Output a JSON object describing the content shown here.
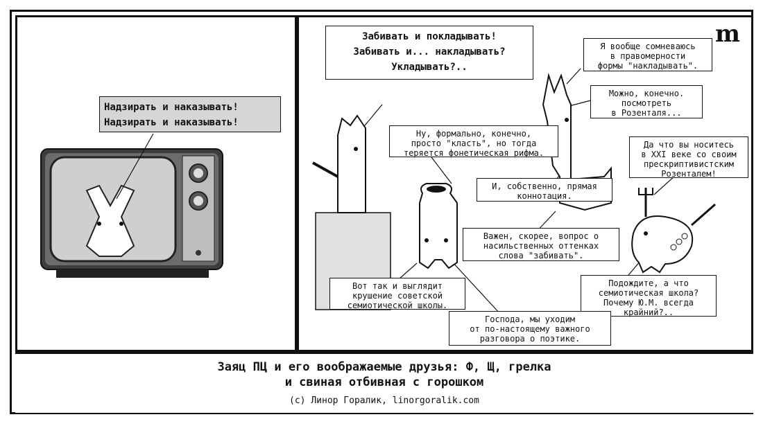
{
  "panel1": {
    "tv_speech": "Надзирать и наказывать!\nНадзирать и наказывать!"
  },
  "panel2": {
    "logo": "m",
    "bubbles": [
      {
        "id": "b-top",
        "text": "Забивать и покладывать!\nЗабивать и... накладывать?\nУкладывать?.."
      },
      {
        "id": "b-q1",
        "text": "Я вообще сомневаюсь\nв правомерности\nформы \"накладывать\"."
      },
      {
        "id": "b-q2",
        "text": "Можно, конечно.\nпосмотреть\nв Розенталя..."
      },
      {
        "id": "b-jug",
        "text": "Ну, формально, конечно,\nпросто \"класть\", но тогда\nтеряется фонетическая рифма."
      },
      {
        "id": "b-q3",
        "text": "Да что вы носитесь\nв XXI веке со своим\nпрескриптивистским\nРозенталем!"
      },
      {
        "id": "b-conn",
        "text": "И, собственно, прямая\nконнотация."
      },
      {
        "id": "b-vazh",
        "text": "Важен, скорее, вопрос о\nнасильственных оттенках\nслова \"забивать\"."
      },
      {
        "id": "b-vot",
        "text": "Вот так и выглядит\nкрушение советской\nсемиотической школы."
      },
      {
        "id": "b-podozh",
        "text": "Подождите, а что\nсемиотическая школа?\nПочему Ю.М. всегда\nкрайний?.."
      },
      {
        "id": "b-gospoda",
        "text": "Господа, мы уходим\nот по-настоящему важного\nразговора о поэтике."
      }
    ]
  },
  "caption": {
    "title": "Заяц ПЦ и его воображаемые друзья: Ф, Щ, грелка\nи свиная отбивная с горошком",
    "credit": "(с) Линор Горалик, linorgoralik.com"
  }
}
